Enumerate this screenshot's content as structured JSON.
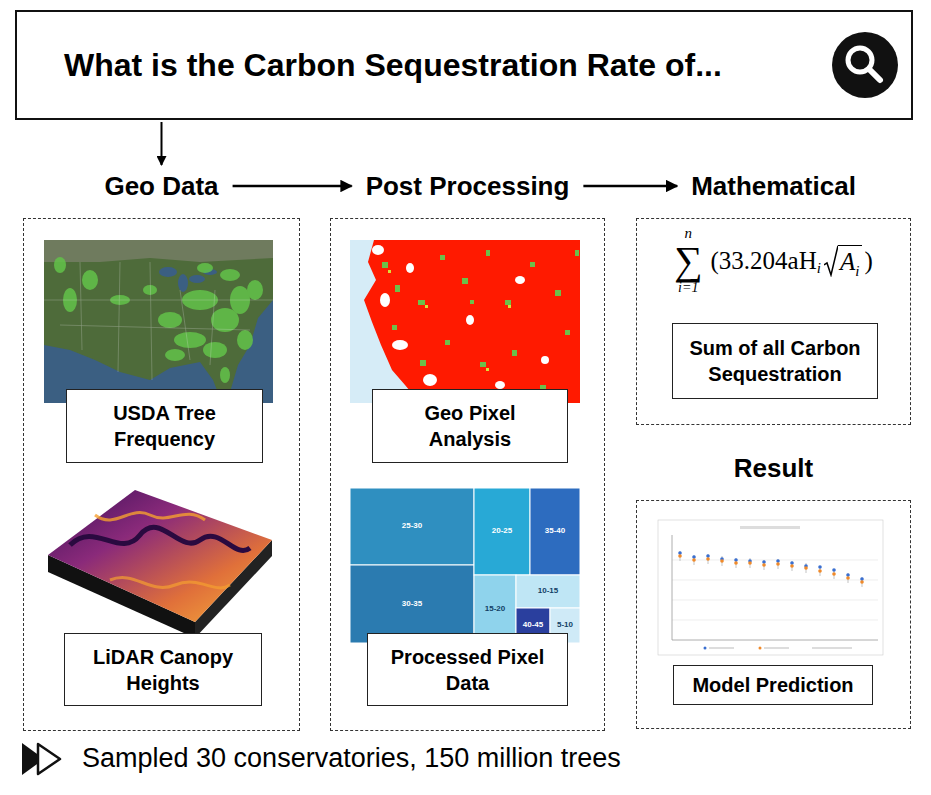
{
  "diagram": {
    "nodes": [
      {
        "text": [
          "What is the Carbon Sequestration Rate of..."
        ]
      },
      {
        "text": [
          "Geo Data"
        ]
      },
      {
        "text": [
          "USDA Tree Frequency"
        ],
        "in": 1
      },
      {
        "text": [
          "LiDAR Canopy Heights"
        ],
        "in": 1
      },
      {
        "text": [
          "Post Processing"
        ]
      },
      {
        "text": [
          "Geo Pixel Analysis"
        ],
        "in": 4
      },
      {
        "text": [
          "Processed Pixel Data"
        ],
        "in": 4
      },
      {
        "text": [
          "Mathematical"
        ]
      },
      {
        "text": [
          "Sum of all Carbon Sequestration"
        ],
        "in": 7
      },
      {
        "text": [
          "Result"
        ]
      },
      {
        "text": [
          "Model Prediction"
        ],
        "in": 9
      }
    ],
    "edges": [
      {
        "from": 0,
        "to": 1,
        "arrow": "to"
      },
      {
        "from": 1,
        "to": 4,
        "arrow": "to"
      },
      {
        "from": 4,
        "to": 7,
        "arrow": "to"
      }
    ],
    "labels": [
      "n",
      "∑",
      "i=1",
      "(33.204aH",
      "i",
      "A",
      "i",
      ")",
      "25-30",
      "20-25",
      "35-40",
      "30-35",
      "15-20",
      "10-15",
      "40-45",
      "5-10",
      "Sampled 30 conservatories, 150 million trees"
    ]
  }
}
